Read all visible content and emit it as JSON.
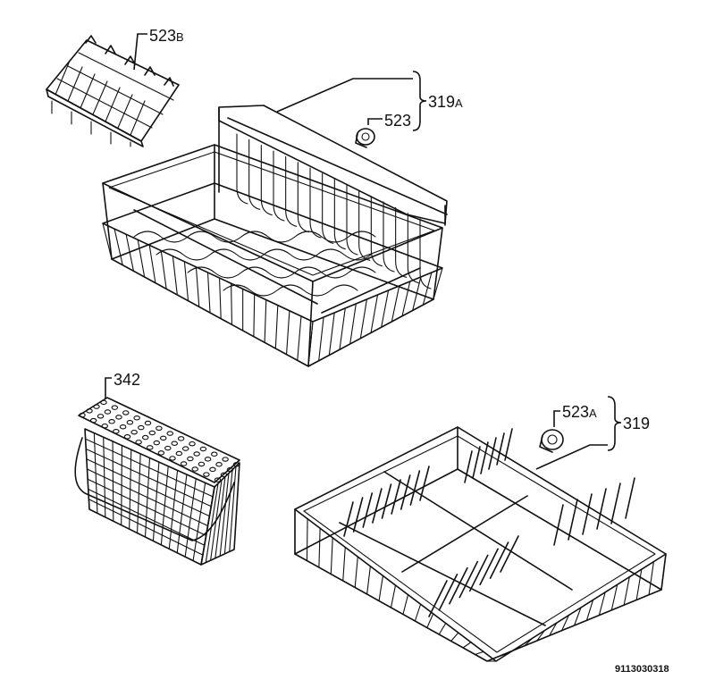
{
  "callouts": [
    {
      "id": "comb",
      "main": "523",
      "suffix": "B"
    },
    {
      "id": "upper-basket",
      "main": "319",
      "suffix": "A"
    },
    {
      "id": "upper-wheel",
      "main": "523",
      "suffix": ""
    },
    {
      "id": "cutlery-basket",
      "main": "342",
      "suffix": ""
    },
    {
      "id": "lower-wheel",
      "main": "523",
      "suffix": "A"
    },
    {
      "id": "lower-basket",
      "main": "319",
      "suffix": ""
    }
  ],
  "drawing_code": "9113030318"
}
